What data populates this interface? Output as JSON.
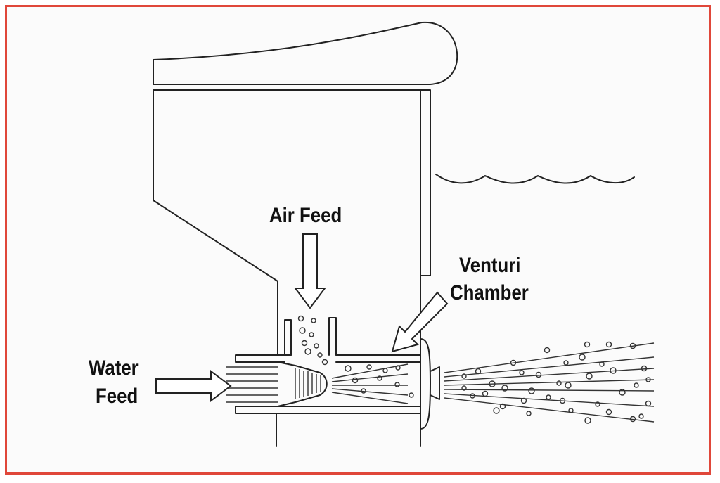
{
  "labels": {
    "air_feed": "Air Feed",
    "venturi_line1": "Venturi",
    "venturi_line2": "Chamber",
    "water_line1": "Water",
    "water_line2": "Feed"
  },
  "colors": {
    "frame_border": "#e0473a",
    "line": "#222222",
    "text": "#111111"
  }
}
